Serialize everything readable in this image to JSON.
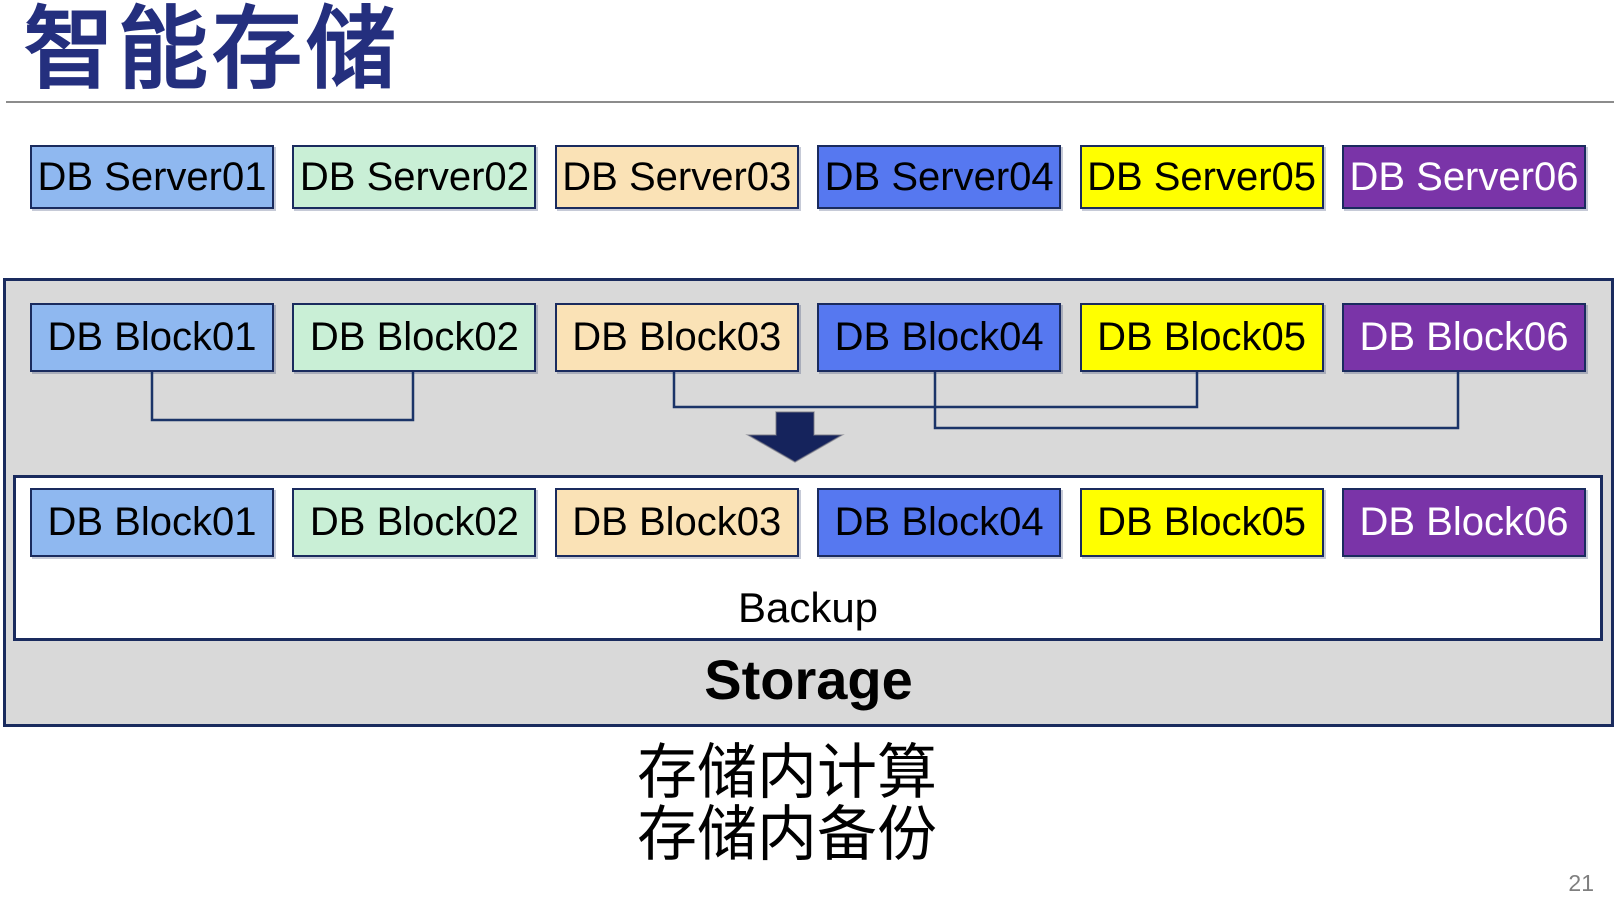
{
  "slide": {
    "title": "智能存储",
    "caption_line1": "存储内计算",
    "caption_line2": "存储内备份",
    "page_number": "21"
  },
  "colors": {
    "title_text": "#242F7E",
    "title_rule": "#8C8C8C",
    "box_border": "#1A2B5E",
    "connector": "#1B3468",
    "arrow_fill": "#15235C",
    "container_fill": "#D9D9D9",
    "inner_box_fill": "#FFFFFF",
    "page_number_text": "#7F7F7F",
    "palette": {
      "light_blue": "#8FB8F0",
      "mint_green": "#C9EFD6",
      "wheat": "#FAE2B6",
      "royal_blue": "#5678F0",
      "yellow": "#FFFF00",
      "purple": "#7A34A8"
    }
  },
  "rows": {
    "servers": [
      {
        "name": "db-server-01-box",
        "label": "DB Server01",
        "fill": "#8FB8F0",
        "text_color": "#000000"
      },
      {
        "name": "db-server-02-box",
        "label": "DB Server02",
        "fill": "#C9EFD6",
        "text_color": "#000000"
      },
      {
        "name": "db-server-03-box",
        "label": "DB Server03",
        "fill": "#FAE2B6",
        "text_color": "#000000"
      },
      {
        "name": "db-server-04-box",
        "label": "DB Server04",
        "fill": "#5678F0",
        "text_color": "#000000"
      },
      {
        "name": "db-server-05-box",
        "label": "DB Server05",
        "fill": "#FFFF00",
        "text_color": "#000000"
      },
      {
        "name": "db-server-06-box",
        "label": "DB Server06",
        "fill": "#7A34A8",
        "text_color": "#FFFFFF"
      }
    ],
    "blocks_top": [
      {
        "name": "db-block-01-top-box",
        "label": "DB Block01",
        "fill": "#8FB8F0",
        "text_color": "#000000"
      },
      {
        "name": "db-block-02-top-box",
        "label": "DB Block02",
        "fill": "#C9EFD6",
        "text_color": "#000000"
      },
      {
        "name": "db-block-03-top-box",
        "label": "DB Block03",
        "fill": "#FAE2B6",
        "text_color": "#000000"
      },
      {
        "name": "db-block-04-top-box",
        "label": "DB Block04",
        "fill": "#5678F0",
        "text_color": "#000000"
      },
      {
        "name": "db-block-05-top-box",
        "label": "DB Block05",
        "fill": "#FFFF00",
        "text_color": "#000000"
      },
      {
        "name": "db-block-06-top-box",
        "label": "DB Block06",
        "fill": "#7A34A8",
        "text_color": "#FFFFFF"
      }
    ],
    "blocks_bottom": [
      {
        "name": "db-block-01-backup-box",
        "label": "DB Block01",
        "fill": "#8FB8F0",
        "text_color": "#000000"
      },
      {
        "name": "db-block-02-backup-box",
        "label": "DB Block02",
        "fill": "#C9EFD6",
        "text_color": "#000000"
      },
      {
        "name": "db-block-03-backup-box",
        "label": "DB Block03",
        "fill": "#FAE2B6",
        "text_color": "#000000"
      },
      {
        "name": "db-block-04-backup-box",
        "label": "DB Block04",
        "fill": "#5678F0",
        "text_color": "#000000"
      },
      {
        "name": "db-block-05-backup-box",
        "label": "DB Block05",
        "fill": "#FFFF00",
        "text_color": "#000000"
      },
      {
        "name": "db-block-06-backup-box",
        "label": "DB Block06",
        "fill": "#7A34A8",
        "text_color": "#FFFFFF"
      }
    ]
  },
  "storage": {
    "backup_label": "Backup",
    "storage_label": "Storage"
  }
}
